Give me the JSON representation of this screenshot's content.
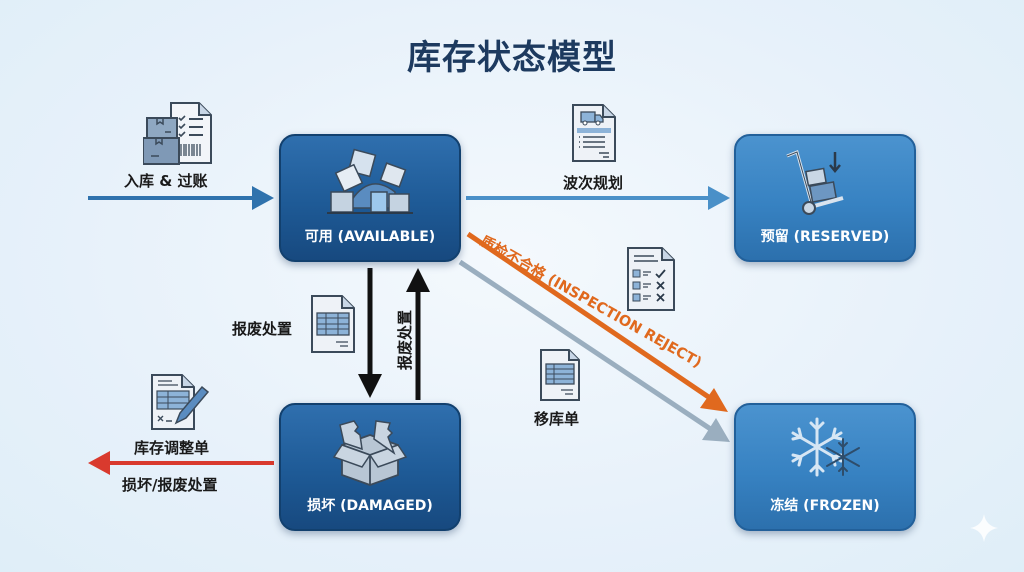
{
  "title": "库存状态模型",
  "colors": {
    "node_dark": "#1e5a96",
    "node_light": "#3782c2",
    "arrow_blue": "#3a7fb8",
    "arrow_orange": "#e0691e",
    "arrow_gray": "#9aaebf",
    "arrow_black": "#111111",
    "arrow_red": "#d93a2e",
    "title": "#1d3a5f"
  },
  "nodes": {
    "available": {
      "label": "可用 (AVAILABLE)",
      "icon": "pile-of-boxes-icon"
    },
    "reserved": {
      "label": "预留 (RESERVED)",
      "icon": "hand-truck-icon"
    },
    "damaged": {
      "label": "损坏 (DAMAGED)",
      "icon": "broken-box-icon"
    },
    "frozen": {
      "label": "冻结 (FROZEN)",
      "icon": "snowflake-icon"
    }
  },
  "transitions": {
    "inbound": {
      "label": "入库 & 过账",
      "icon": "boxes-and-checklist-icon"
    },
    "wave_planning": {
      "label": "波次规划",
      "icon": "delivery-document-icon"
    },
    "inspection_reject": {
      "label": "质检不合格 (INSPECTION REJECT)",
      "icon": "checklist-icon"
    },
    "transfer_order": {
      "label": "移库单",
      "icon": "table-document-icon"
    },
    "scrap_down": {
      "label": "报废处置",
      "icon": "spreadsheet-document-icon"
    },
    "scrap_up": {
      "label": "报废处置"
    },
    "adjustment": {
      "label": "库存调整单",
      "sublabel": "损坏/报废处置",
      "icon": "edit-form-icon"
    }
  }
}
